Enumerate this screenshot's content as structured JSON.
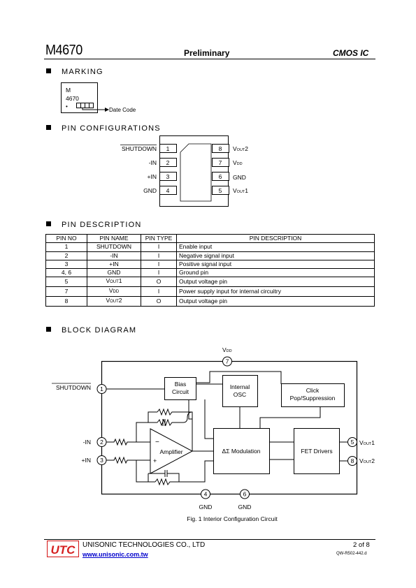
{
  "header": {
    "part_number": "M4670",
    "status": "Preliminary",
    "category": "CMOS IC"
  },
  "sections": {
    "marking": "MARKING",
    "pin_config": "PIN CONFIGURATIONS",
    "pin_desc": "PIN DESCRIPTION",
    "block_diagram": "BLOCK DIAGRAM"
  },
  "marking": {
    "line1": "M",
    "line2": "4670",
    "dot": "•",
    "date_code_label": "Date Code"
  },
  "pin_config": {
    "left": [
      {
        "num": "1",
        "name": "SHUTDOWN",
        "overline": true
      },
      {
        "num": "2",
        "name": "-IN"
      },
      {
        "num": "3",
        "name": "+IN"
      },
      {
        "num": "4",
        "name": "GND"
      }
    ],
    "right": [
      {
        "num": "8",
        "name": "V",
        "sub": "OUT",
        "suffix": "2"
      },
      {
        "num": "7",
        "name": "V",
        "sub": "DD",
        "suffix": ""
      },
      {
        "num": "6",
        "name": "GND",
        "sub": "",
        "suffix": ""
      },
      {
        "num": "5",
        "name": "V",
        "sub": "OUT",
        "suffix": "1"
      }
    ]
  },
  "pin_table": {
    "headers": [
      "PIN NO",
      "PIN NAME",
      "PIN TYPE",
      "PIN DESCRIPTION"
    ],
    "rows": [
      {
        "no": "1",
        "name": "SHUTDOWN",
        "name_sub": "",
        "name_suffix": "",
        "type": "I",
        "desc": "Enable input"
      },
      {
        "no": "2",
        "name": "-IN",
        "name_sub": "",
        "name_suffix": "",
        "type": "I",
        "desc": "Negative signal input"
      },
      {
        "no": "3",
        "name": "+IN",
        "name_sub": "",
        "name_suffix": "",
        "type": "I",
        "desc": "Positive signal input"
      },
      {
        "no": "4, 6",
        "name": "GND",
        "name_sub": "",
        "name_suffix": "",
        "type": "I",
        "desc": "Ground pin"
      },
      {
        "no": "5",
        "name": "V",
        "name_sub": "OUT",
        "name_suffix": "1",
        "type": "O",
        "desc": "Output voltage pin"
      },
      {
        "no": "7",
        "name": "V",
        "name_sub": "DD",
        "name_suffix": "",
        "type": "I",
        "desc": "Power supply input for internal circuitry"
      },
      {
        "no": "8",
        "name": "V",
        "name_sub": "OUT",
        "name_suffix": "2",
        "type": "O",
        "desc": "Output voltage pin"
      }
    ]
  },
  "block_diagram": {
    "vdd_label": "V",
    "vdd_sub": "DD",
    "pin7": "7",
    "shutdown_label": "SHUTDOWN",
    "pin1": "1",
    "neg_in_label": "-IN",
    "pin2": "2",
    "pos_in_label": "+IN",
    "pin3": "3",
    "bias_line1": "Bias",
    "bias_line2": "Circuit",
    "osc_line1": "Internal",
    "osc_line2": "OSC",
    "click_line1": "Click",
    "click_line2": "Pop/Suppression",
    "amplifier_label": "Amplifier",
    "amp_minus": "−",
    "amp_plus": "+",
    "modulation_label": "ΔΣ Modulation",
    "fet_label": "FET Drivers",
    "pin5": "5",
    "vout1_label": "V",
    "vout1_sub": "OUT",
    "vout1_suffix": "1",
    "pin8": "8",
    "vout2_label": "V",
    "vout2_sub": "OUT",
    "vout2_suffix": "2",
    "pin4": "4",
    "pin6": "6",
    "gnd_label_a": "GND",
    "gnd_label_b": "GND",
    "caption": "Fig. 1 Interior Configuration Circuit"
  },
  "footer": {
    "logo_text": "UTC",
    "company": "UNISONIC TECHNOLOGIES CO., LTD",
    "url": "www.unisonic.com.tw",
    "page": "2 of 8",
    "doc_code": "QW-R502-442.d"
  },
  "colors": {
    "logo_red": "#d62020",
    "link_blue": "#0000cc"
  }
}
